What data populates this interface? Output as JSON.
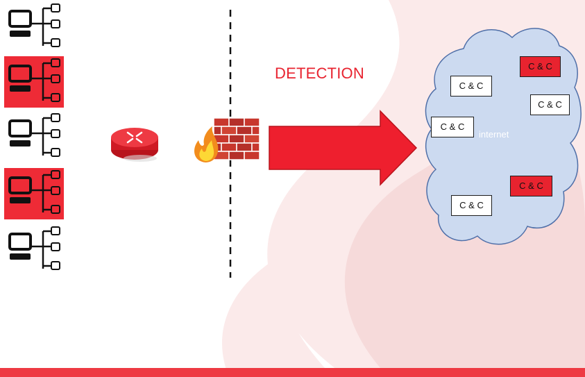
{
  "labels": {
    "detection": "DETECTION",
    "network": "internet"
  },
  "hosts": [
    {
      "status": "clean"
    },
    {
      "status": "infected"
    },
    {
      "status": "clean"
    },
    {
      "status": "infected"
    },
    {
      "status": "clean"
    }
  ],
  "cnc_servers": [
    {
      "label": "C & C",
      "status": "infected"
    },
    {
      "label": "C & C",
      "status": "clean"
    },
    {
      "label": "C & C",
      "status": "clean"
    },
    {
      "label": "C & C",
      "status": "clean"
    },
    {
      "label": "C & C",
      "status": "infected"
    },
    {
      "label": "C & C",
      "status": "clean"
    }
  ],
  "colors": {
    "infected": "#e8232f",
    "arrow": "#ee1f2e",
    "cloud_fill": "#ccdaf0",
    "cloud_stroke": "#4f6fa8",
    "background_flame": "#f7dfe0",
    "accent_bar": "#ee3a43"
  },
  "icons": {
    "host": "computer-tree-icon",
    "router": "router-icon",
    "firewall": "firewall-brick-icon",
    "flame": "flame-icon"
  }
}
